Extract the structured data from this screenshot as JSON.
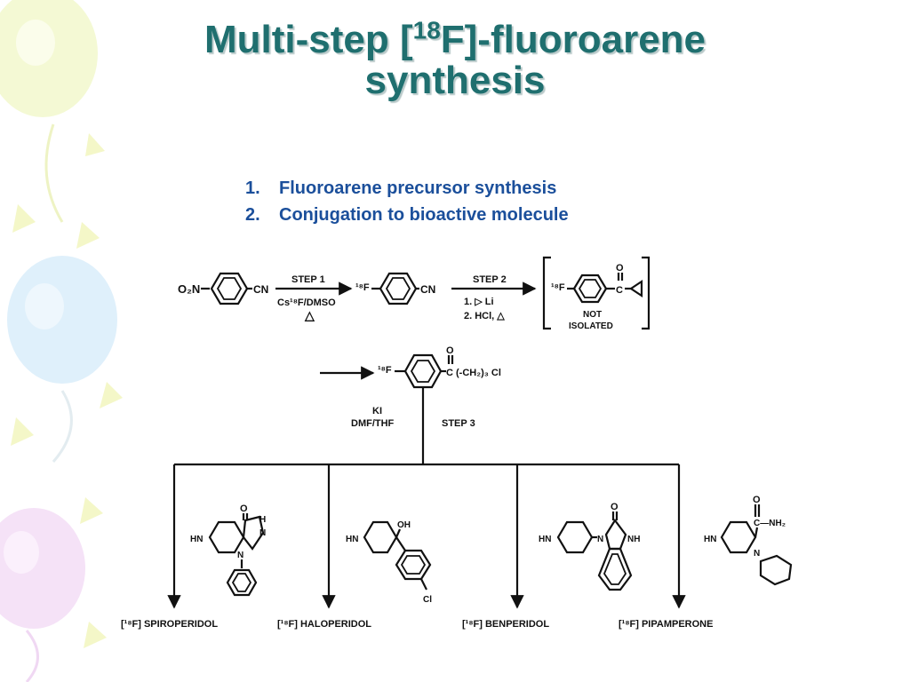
{
  "title": {
    "prefix": "Multi-step [",
    "isotope": "18",
    "suffix": "F]-fluoroarene",
    "line2": "synthesis"
  },
  "steps": [
    {
      "num": "1.",
      "text": "Fluoroarene precursor synthesis"
    },
    {
      "num": "2.",
      "text": "Conjugation to bioactive molecule"
    }
  ],
  "scheme": {
    "o2n": "O₂N",
    "cn": "CN",
    "f18": "¹⁸F",
    "step1": {
      "label": "STEP 1",
      "reagent": "Cs¹⁸F/DMSO",
      "cond": "△"
    },
    "step2": {
      "label": "STEP 2",
      "reagent1": "1. ▷ Li",
      "reagent2": "2. HCl, △"
    },
    "not_isolated": [
      "NOT",
      "ISOLATED"
    ],
    "o": "O",
    "c": "C",
    "chain": "(-CH₂)₃ Cl",
    "ki": "KI",
    "dmf_thf": "DMF/THF",
    "step3": "STEP 3",
    "hn": "HN",
    "h": "H",
    "n": "N",
    "oh": "OH",
    "cl": "Cl",
    "nh": "NH",
    "nh2": "C—NH₂",
    "products": [
      {
        "label": "[¹⁸F] SPIROPERIDOL"
      },
      {
        "label": "[¹⁸F] HALOPERIDOL"
      },
      {
        "label": "[¹⁸F] BENPERIDOL"
      },
      {
        "label": "[¹⁸F] PIPAMPERONE"
      }
    ]
  }
}
